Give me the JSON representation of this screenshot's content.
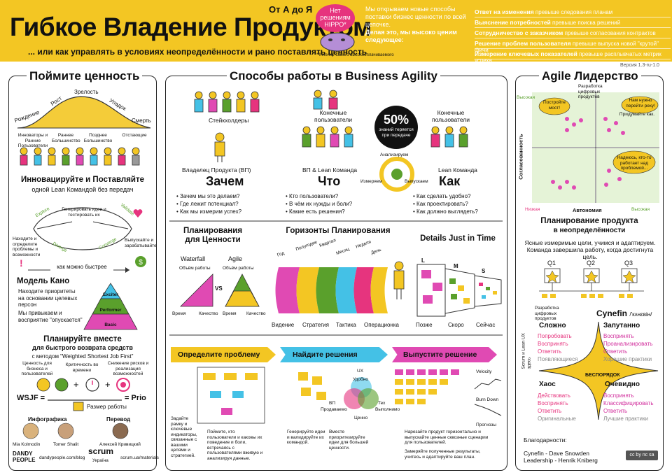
{
  "header": {
    "title": "Гибкое Владение Продуктом",
    "from_to": "От А до Я",
    "subtitle": "... или как управлять в условиях неопределённости и рано поставлять ценность",
    "hippo_bubble": "Нет решениям HIPPO*",
    "hippo_note": "* Мнение самого высокооплачиваемого",
    "intro_line1": "Мы открываем новые способы поставки бизнес ценности по всей цепочке.",
    "intro_line2": "Делая это, мы высоко ценим следующее:",
    "values": [
      {
        "bold": "Ответ на изменения",
        "rest": "превыше следования планам"
      },
      {
        "bold": "Выяснение потребностей",
        "rest": "превыше поиска решений"
      },
      {
        "bold": "Сотрудничество с заказчиком",
        "rest": "превыше согласования контрактов"
      },
      {
        "bold": "Решение проблем пользователя",
        "rest": "превыше выпуска новой \"крутой\" фичи"
      },
      {
        "bold": "Измерение ключевых показателей",
        "rest": "превыше расплывчатых метрик успеха"
      }
    ],
    "version": "Версия 1.3-ru-1.0"
  },
  "left": {
    "title": "Поймите ценность",
    "curve_labels": [
      "Рождение",
      "Рост",
      "Зрелость",
      "Упадок",
      "Смерть"
    ],
    "adopters": [
      "Инноваторы и Ранние Пользователи",
      "Раннее Большинство",
      "Позднее Большинство",
      "Отстающие"
    ],
    "innov_title": "Инновацируйте и Поставляйте",
    "innov_sub": "одной Lean Командой без передач",
    "loop_center": "Генерировать идеи и тестировать их",
    "loop_words": [
      "Explore",
      "Diverge",
      "Converge",
      "Validate"
    ],
    "loop_left": "Находите и определите проблемы и возможности",
    "loop_right": "Выпускайте и зарабатывайте",
    "fast": "как можно быстрее",
    "kano_title": "Модель Кано",
    "kano_t1": "Находите приоритеты на основании целевых персон",
    "kano_t2": "Мы привыкаем и восприятие \"опускается\"",
    "kano_levels": [
      "Exciter",
      "Performer",
      "Basic"
    ],
    "wsjf_title": "Планируйте вместе",
    "wsjf_sub": "для быстрого возврата средств",
    "wsjf_method": "с методом \"Weighted Shortest Job First\"",
    "wsjf_cols": [
      "Ценность для бизнеса и пользователей",
      "Критичность во времени",
      "Снижение рисков и реализация возможностей"
    ],
    "wsjf_formula": "WSJF =",
    "wsjf_prio": "= Prio",
    "wsjf_size": "Размер работы",
    "credits_infographic": "Инфографика",
    "credits_translation": "Перевод",
    "authors": [
      "Mia Kolmodin",
      "Tomer Shalit",
      "Алексей Кривицкий"
    ],
    "logo_dandy": "DANDY PEOPLE",
    "url_dandy": "dandypeople.com/blog",
    "logo_scrum": "scrum",
    "logo_scrum_sub": "Україна",
    "url_scrum": "scrum.ua/materials"
  },
  "middle": {
    "title": "Способы работы в Business Agility",
    "stakeholders": "Стейкхолдеры",
    "end_users_1": "Конечные пользователи",
    "end_users_2": "Конечные пользователи",
    "po": "Владелец Продукта (ВП)",
    "team_lean": "ВП & Lean Команда",
    "lean_team": "Lean Команда",
    "stat_big": "50%",
    "stat_small": "знаний теряется при передаче",
    "cycle": [
      "Анализируем",
      "Измеряем",
      "Выпускаем"
    ],
    "why": "Зачем",
    "what": "Что",
    "how": "Как",
    "why_list": [
      "Зачем мы это делаем?",
      "Где лежит потенциал?",
      "Как мы измерим успех?"
    ],
    "what_list": [
      "Кто пользователи?",
      "В чём их нужды и боли?",
      "Какие есть решения?"
    ],
    "how_list": [
      "Как сделать удобно?",
      "Как проектировать?",
      "Как должно выглядеть?"
    ],
    "value_title": "Планирования для Ценности",
    "waterfall": "Waterfall",
    "agile": "Agile",
    "work_volume": "Объём работы",
    "vs": "VS",
    "time": "Время",
    "quality": "Качество",
    "horizons_title": "Горизонты Планирования",
    "horizons": [
      "Год",
      "Полугодие",
      "Квартал",
      "Месяц",
      "Неделя",
      "День"
    ],
    "horizon_bottom": [
      "Видение",
      "Стратегия",
      "Тактика",
      "Операционка"
    ],
    "jit_title": "Details Just in Time",
    "jit_sizes": [
      "L",
      "M",
      "S"
    ],
    "jit_bottom": [
      "Позже",
      "Скоро",
      "Сейчас"
    ],
    "steps": [
      "Определите проблему",
      "Найдите решения",
      "Выпустите решение"
    ],
    "step_texts": [
      "Задайте рамку и ключевые индикаторы, связанные с вашими целями и стратегией.",
      "Поймите, кто пользователи и каковы их поведение и боли, встречаясь с пользователями вживую и анализируя данные.",
      "Генерируйте идеи и валидируйте их командой.",
      "Вместе приоритезируйте идеи для большей ценности.",
      "Нарезайте продукт горизонтально и выпускайте ценные сквозные сценарии для пользователей.",
      "Замеряйте полученные результаты, учитесь и адаптируйте ваш план."
    ],
    "venn": [
      "UX",
      "Удобно",
      "ВП",
      "Продаваемо",
      "Тех",
      "Выполнимо",
      "Ценно"
    ],
    "charts": [
      "Velocity",
      "Burn Down",
      "Прогнозы"
    ]
  },
  "right": {
    "title": "Agile Лидерство",
    "axis_y": "Согласованность",
    "axis_x": "Автономия",
    "high": "Высокая",
    "low": "Низкая",
    "digital_dev": "Разработка цифровых продуктов",
    "bubbles": [
      "Постройте мост!",
      "Нам нужно перейти реку!",
      "Придумайте как.",
      "Надеюсь, кто-то работает над проблемой..."
    ],
    "plan_title": "Планирование продукта",
    "plan_sub": "в неопределённости",
    "plan_text": "Ясные измеримые цели, учимся и адаптируем. Команда завершила работу, когда достигнута цель.",
    "quarters": [
      "Q1",
      "Q2",
      "Q3"
    ],
    "cynefin_title": "Cynefin",
    "cynefin_phon": "/'кʌнɛвін/",
    "cyn_digital": "Разработка цифровых продуктов",
    "cyn_scrum": "Scrum и Lean UX здесь",
    "complex": "Сложно",
    "complex_list": [
      "Попробовать",
      "Воспринять",
      "Ответить",
      "Появляющиеся"
    ],
    "complicated": "Запутанно",
    "complicated_list": [
      "Воспринять",
      "Проанализировать",
      "Ответить",
      "Хорошие практики"
    ],
    "chaos": "Хаос",
    "chaos_list": [
      "Действовать",
      "Воспринять",
      "Ответить",
      "Оригинальные"
    ],
    "obvious": "Очевидно",
    "obvious_list": [
      "Воспринять",
      "Классифицировать",
      "Ответить",
      "Лучшие практики"
    ],
    "disorder": "БЕСПОРЯДОК",
    "thanks": "Благодарности:",
    "credits": [
      "Cynefin - Dave Snowden",
      "Leadership - Henrik Kniberg"
    ],
    "license": "cc by nc sa"
  },
  "colors": {
    "yellow": "#f3c623",
    "pink": "#e6347e",
    "blue": "#44c1e6",
    "magenta": "#e04ab3",
    "green": "#5aa02c"
  }
}
